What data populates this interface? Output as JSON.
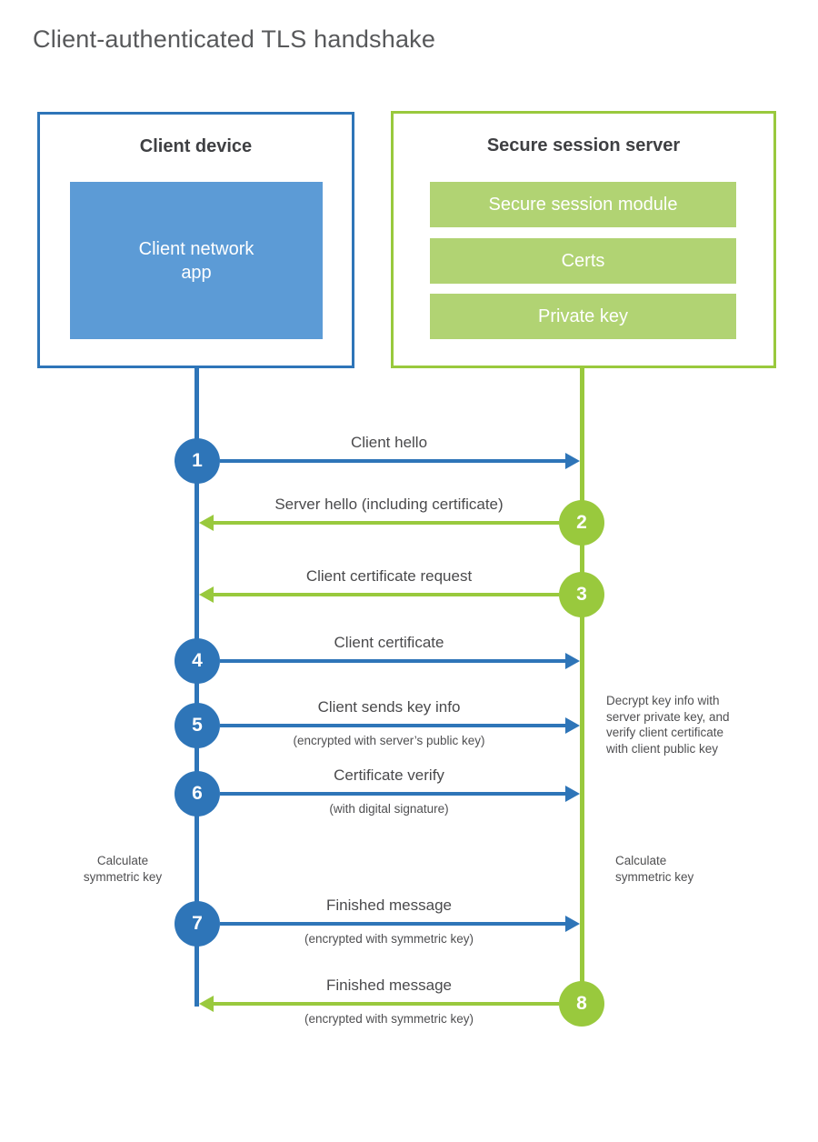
{
  "title": "Client-authenticated TLS handshake",
  "colors": {
    "blue": "#2E75B8",
    "blue_fill": "#5C9BD6",
    "green": "#99C93D",
    "green_fill": "#B1D373"
  },
  "client": {
    "title": "Client device",
    "app_lines": [
      "Client network",
      "app"
    ]
  },
  "server": {
    "title": "Secure session server",
    "modules": [
      "Secure session module",
      "Certs",
      "Private key"
    ]
  },
  "steps": [
    {
      "num": "1",
      "color": "blue",
      "direction": "client-to-server",
      "label": "Client hello",
      "sublabel": ""
    },
    {
      "num": "2",
      "color": "green",
      "direction": "server-to-client",
      "label": "Server hello (including certificate)",
      "sublabel": ""
    },
    {
      "num": "3",
      "color": "green",
      "direction": "server-to-client",
      "label": "Client certificate request",
      "sublabel": ""
    },
    {
      "num": "4",
      "color": "blue",
      "direction": "client-to-server",
      "label": "Client certificate",
      "sublabel": ""
    },
    {
      "num": "5",
      "color": "blue",
      "direction": "client-to-server",
      "label": "Client sends key info",
      "sublabel": "(encrypted with server’s public key)"
    },
    {
      "num": "6",
      "color": "blue",
      "direction": "client-to-server",
      "label": "Certificate verify",
      "sublabel": "(with digital signature)"
    },
    {
      "num": "7",
      "color": "blue",
      "direction": "client-to-server",
      "label": "Finished message",
      "sublabel": "(encrypted with symmetric key)"
    },
    {
      "num": "8",
      "color": "green",
      "direction": "server-to-client",
      "label": "Finished message",
      "sublabel": "(encrypted with symmetric key)"
    }
  ],
  "notes": {
    "decrypt_lines": [
      "Decrypt key info with",
      "server private key, and",
      "verify client certificate",
      "with client public key"
    ],
    "calc_left_lines": [
      "Calculate",
      "symmetric key"
    ],
    "calc_right_lines": [
      "Calculate",
      "symmetric key"
    ]
  }
}
